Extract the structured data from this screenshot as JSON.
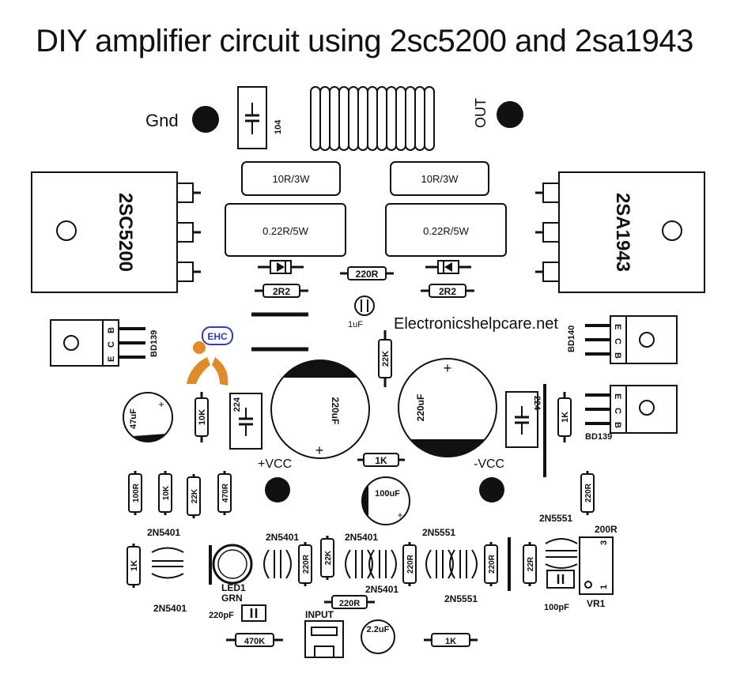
{
  "title": "DIY amplifier circuit using 2sc5200 and 2sa1943",
  "website": "Electronicshelpcare.net",
  "logo_text": "EHC",
  "colors": {
    "ink": "#111111",
    "logo_blue": "#2f3db5",
    "logo_orange": "#e08a2a"
  },
  "terminals": {
    "gnd": "Gnd",
    "out": "OUT",
    "vcc_pos": "+VCC",
    "vcc_neg": "-VCC",
    "input": "INPUT"
  },
  "transistors": {
    "power_npn": "2SC5200",
    "power_pnp": "2SA1943",
    "driver_left": "BD139",
    "driver_right_top": "BD140",
    "driver_right_bottom": "BD139",
    "pin_letters": [
      "E",
      "C",
      "B"
    ],
    "small_1": "2N5401",
    "small_2": "2N5401",
    "small_3": "2N5401",
    "small_4": "2N5401",
    "small_5": "2N5551",
    "small_6": "2N5551",
    "small_7": "2N5401",
    "small_8": "2N5551"
  },
  "resistors": {
    "r_10r_left": "10R/3W",
    "r_10r_right": "10R/3W",
    "r_022_left": "0.22R/5W",
    "r_022_right": "0.22R/5W",
    "r_2r2_left": "2R2",
    "r_2r2_right": "2R2",
    "r_220_top": "220R",
    "r_22k_mid": "22K",
    "r_10k_left": "10K",
    "r_1k_right_driver": "1K",
    "r_1k_mid": "1K",
    "r_100r": "100R",
    "r_10k_row": "10K",
    "r_22k_row": "22K",
    "r_470r": "470R",
    "r_220r_right": "220R",
    "r_1k_bottom_left": "1K",
    "r_220r_a": "220R",
    "r_22k_b": "22K",
    "r_220r_c": "220R",
    "r_220r_d": "220R",
    "r_22r": "22R",
    "r_220r_bottom": "220R",
    "r_470k": "470K",
    "r_1k_bottom": "1K"
  },
  "capacitors": {
    "c_104": "104",
    "c_1uf": "1uF",
    "c_47uf": "47uF",
    "c_224_left": "224",
    "c_224_right": "224",
    "c_220uf_left": "220uF",
    "c_220uf_right": "220uF",
    "c_100uf": "100uF",
    "c_220pf": "220pF",
    "c_100pf": "100pF",
    "c_22uf": "2.2uF"
  },
  "led": {
    "name": "LED1",
    "color": "GRN"
  },
  "trimmer": {
    "value": "200R",
    "ref": "VR1",
    "pin1": "1",
    "pin3": "3"
  }
}
